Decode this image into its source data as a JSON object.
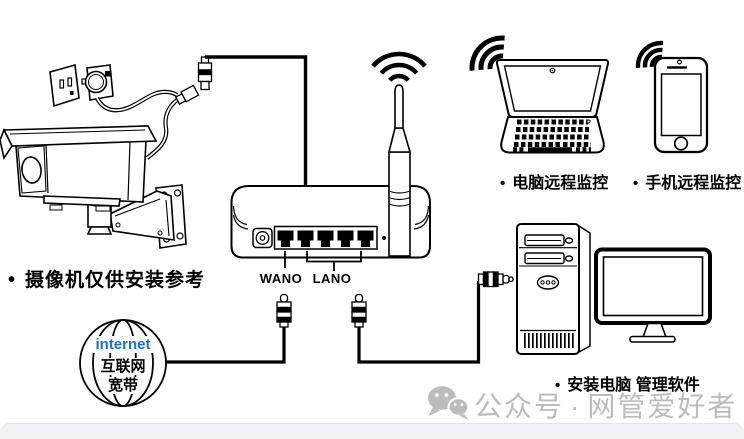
{
  "colors": {
    "line": "#000000",
    "internet_blue": "#1571e8",
    "watermark_gray": "#bcbcbc",
    "footer_band": "#f1f2f6"
  },
  "labels": {
    "bullet": "•",
    "camera_note": "摄像机仅供安装参考",
    "remote_pc": "电脑远程监控",
    "remote_phone": "手机远程监控",
    "management_pc": "安装电脑 管理软件"
  },
  "router": {
    "wan_port_label": "WANO",
    "lan_port_label": "LANO"
  },
  "internet_globe": {
    "title": "internet",
    "line2": "互联网",
    "line3": "宽带"
  },
  "watermark": {
    "platform": "公众号",
    "separator": "·",
    "account": "网管爱好者"
  }
}
